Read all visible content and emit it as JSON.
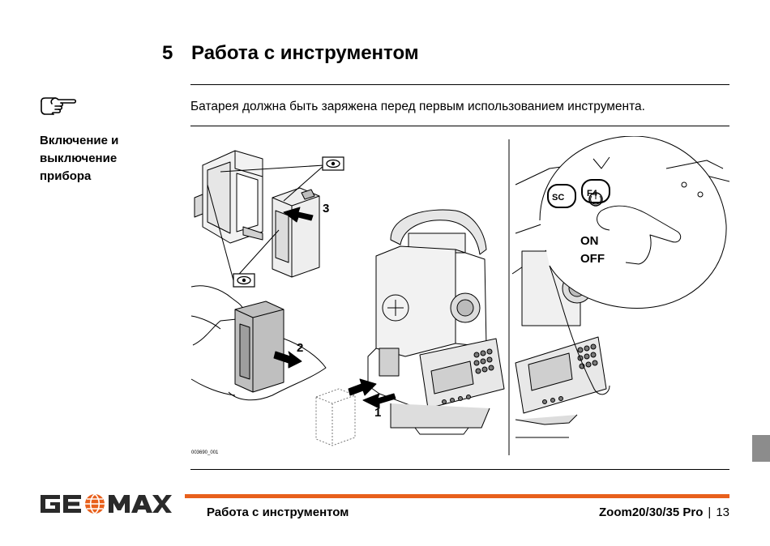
{
  "header": {
    "chapter_number": "5",
    "chapter_title": "Работа с инструментом"
  },
  "sidebar": {
    "note_icon": "pointing-hand-icon",
    "heading": "Включение и выключение прибора"
  },
  "main": {
    "intro_text": "Батарея должна быть заряжена перед первым использованием инструмента."
  },
  "figure": {
    "step1": "1",
    "step2": "2",
    "step3": "3",
    "on_label": "ON",
    "off_label": "OFF",
    "key_esc": "SC",
    "key_f4": "F4",
    "figure_code": "003690_001",
    "eye_icon": "eye-icon"
  },
  "footer": {
    "brand": "GEOMAX",
    "section": "Работа с инструментом",
    "product": "Zoom20/30/35 Pro",
    "separator": "|",
    "page_number": "13"
  },
  "colors": {
    "accent": "#e8601c",
    "tab": "#8c8c8c",
    "text": "#000000"
  }
}
